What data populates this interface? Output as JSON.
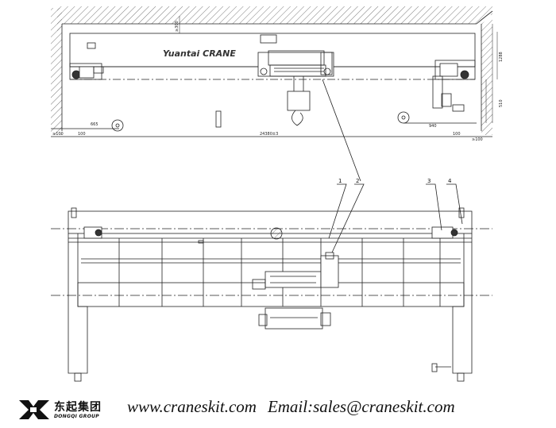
{
  "drawing": {
    "elevation_brand": "Yuantai CRANE",
    "dimensions": {
      "top_clearance": "≥300",
      "span": "24380±3",
      "left_end": "≥100",
      "left_approach": "665",
      "left_offset": "100",
      "right_offset": "100",
      "right_end": "≥100",
      "hook_approach": "940",
      "side_height": "1288",
      "side_low": "510"
    },
    "callouts": [
      "1",
      "2",
      "3",
      "4"
    ]
  },
  "footer": {
    "brand_cn": "东起集团",
    "brand_en": "DONGQI GROUP",
    "website": "www.craneskit.com",
    "email": "Email:sales@craneskit.com"
  }
}
